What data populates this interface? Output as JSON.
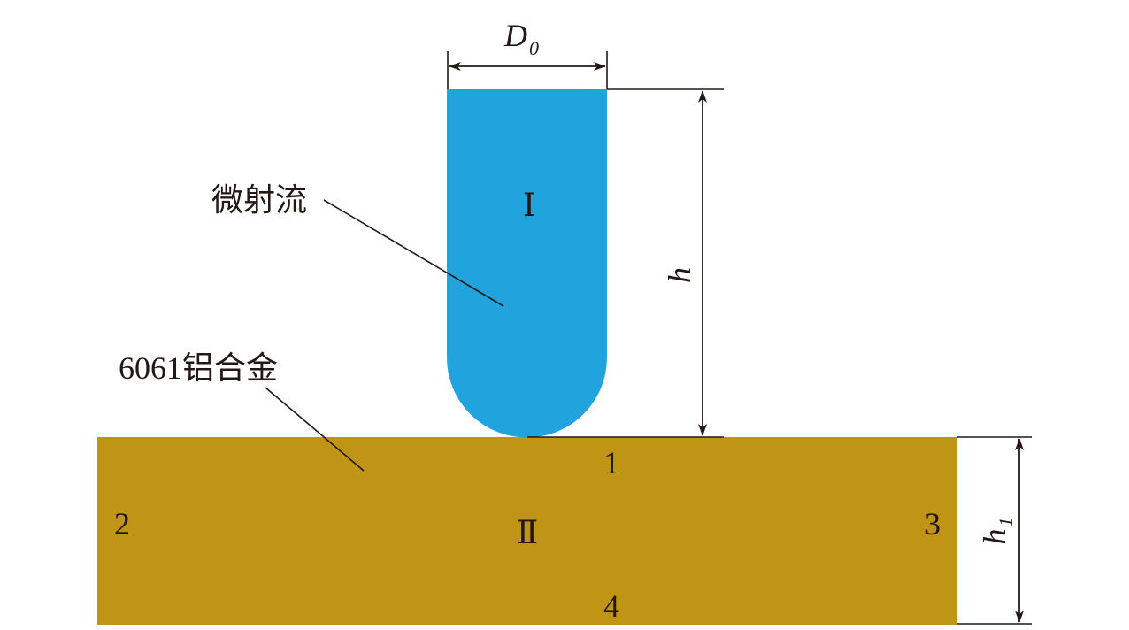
{
  "colors": {
    "jet": "#21a4dd",
    "alloy": "#c09414",
    "line": "#231815",
    "background": "#ffffff"
  },
  "labels": {
    "jet_name": "微射流",
    "alloy_name": "6061铝合金",
    "region_jet": "Ⅰ",
    "region_alloy": "Ⅱ",
    "boundary_top": "1",
    "boundary_left": "2",
    "boundary_right": "3",
    "boundary_bottom": "4"
  },
  "dimensions": {
    "diameter": {
      "symbol": "D",
      "subscript": "0"
    },
    "height": {
      "symbol": "h"
    },
    "thickness": {
      "symbol": "h",
      "subscript": "1"
    }
  }
}
